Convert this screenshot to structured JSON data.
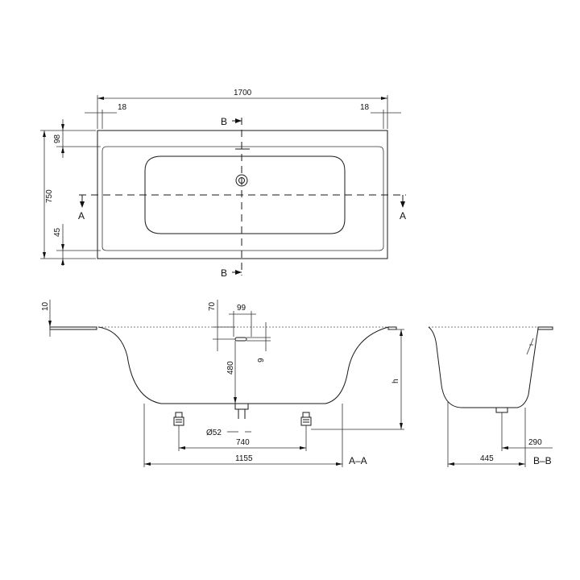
{
  "top_view": {
    "overall_length": "1700",
    "left_rim": "18",
    "right_rim": "18",
    "top_rim": "98",
    "overall_width": "750",
    "bottom_rim": "45",
    "section_a": "A",
    "section_b": "B"
  },
  "section_aa": {
    "rim_thickness": "10",
    "overflow_drop": "70",
    "overflow_width": "99",
    "overflow_height": "9",
    "drain_depth": "480",
    "height_label": "h",
    "waste_diameter": "Ø52",
    "feet_spacing": "740",
    "base_length": "1155",
    "section_label": "A–A"
  },
  "section_bb": {
    "base_width": "445",
    "drain_offset": "290",
    "section_label": "B–B"
  }
}
